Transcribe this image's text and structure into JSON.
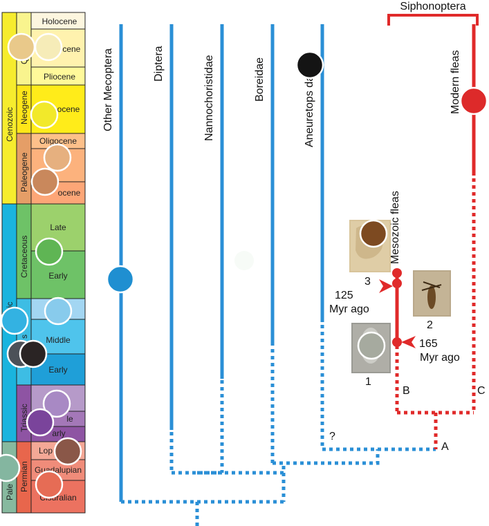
{
  "timescale": {
    "eras": {
      "cenozoic": "Cenozoic",
      "mesozoic_fragment": "oic",
      "paleozoic_fragment": "Pale"
    },
    "periods": {
      "quaternary_fragment": "Q   ary",
      "neogene": "Neogene",
      "paleogene": "Paleogene",
      "cretaceous": "Cretaceous",
      "jurassic_fragment": "s",
      "triassic": "Triassic",
      "permian": "Permian"
    },
    "epochs": {
      "holocene": "Holocene",
      "pleistocene_fragment": "ocene",
      "pliocene": "Pliocene",
      "miocene_fragment": "ocene",
      "oligocene": "Oligocene",
      "eocene_fragment": "E     e",
      "paleocene_fragment": "ocene",
      "late": "Late",
      "early_cret": "Early",
      "middle": "Middle",
      "early_jur": "Early",
      "middle_tri_fragment": "le",
      "early_tri_fragment": "arly",
      "lopingian_fragment": "Lop",
      "guadalupian": "Guadalupian",
      "cisuralian": "Cisuralian"
    }
  },
  "clades": {
    "other_mecoptera": "Other Mecoptera",
    "diptera": "Diptera",
    "nannochoristidae": "Nannochoristidae",
    "boreidae": "Boreidae",
    "aneuretopsychidae_fragment": "Aneuretops     dae",
    "modern_fleas": "Modern fleas",
    "mesozoic_fleas": "Mesozoic fleas",
    "siphonoptera": "Siphonoptera"
  },
  "annotations": {
    "age_125_value": "125",
    "age_125_unit": "Myr ago",
    "age_165_value": "165",
    "age_165_unit": "Myr ago",
    "fossil_1": "1",
    "fossil_2": "2",
    "fossil_3": "3",
    "node_a": "A",
    "node_b": "B",
    "node_c": "C",
    "question": "?"
  },
  "colors": {
    "blue_lineage": "#2a8fd6",
    "red_lineage": "#e02a2a",
    "quaternary": "#f9f48e",
    "neogene": "#ffe619",
    "paleogene": "#e59e67",
    "cretaceous": "#6ec267",
    "jurassic": "#3dbde4",
    "triassic": "#8e54a3",
    "permian": "#e8664c",
    "paleozoic": "#87b99f"
  }
}
